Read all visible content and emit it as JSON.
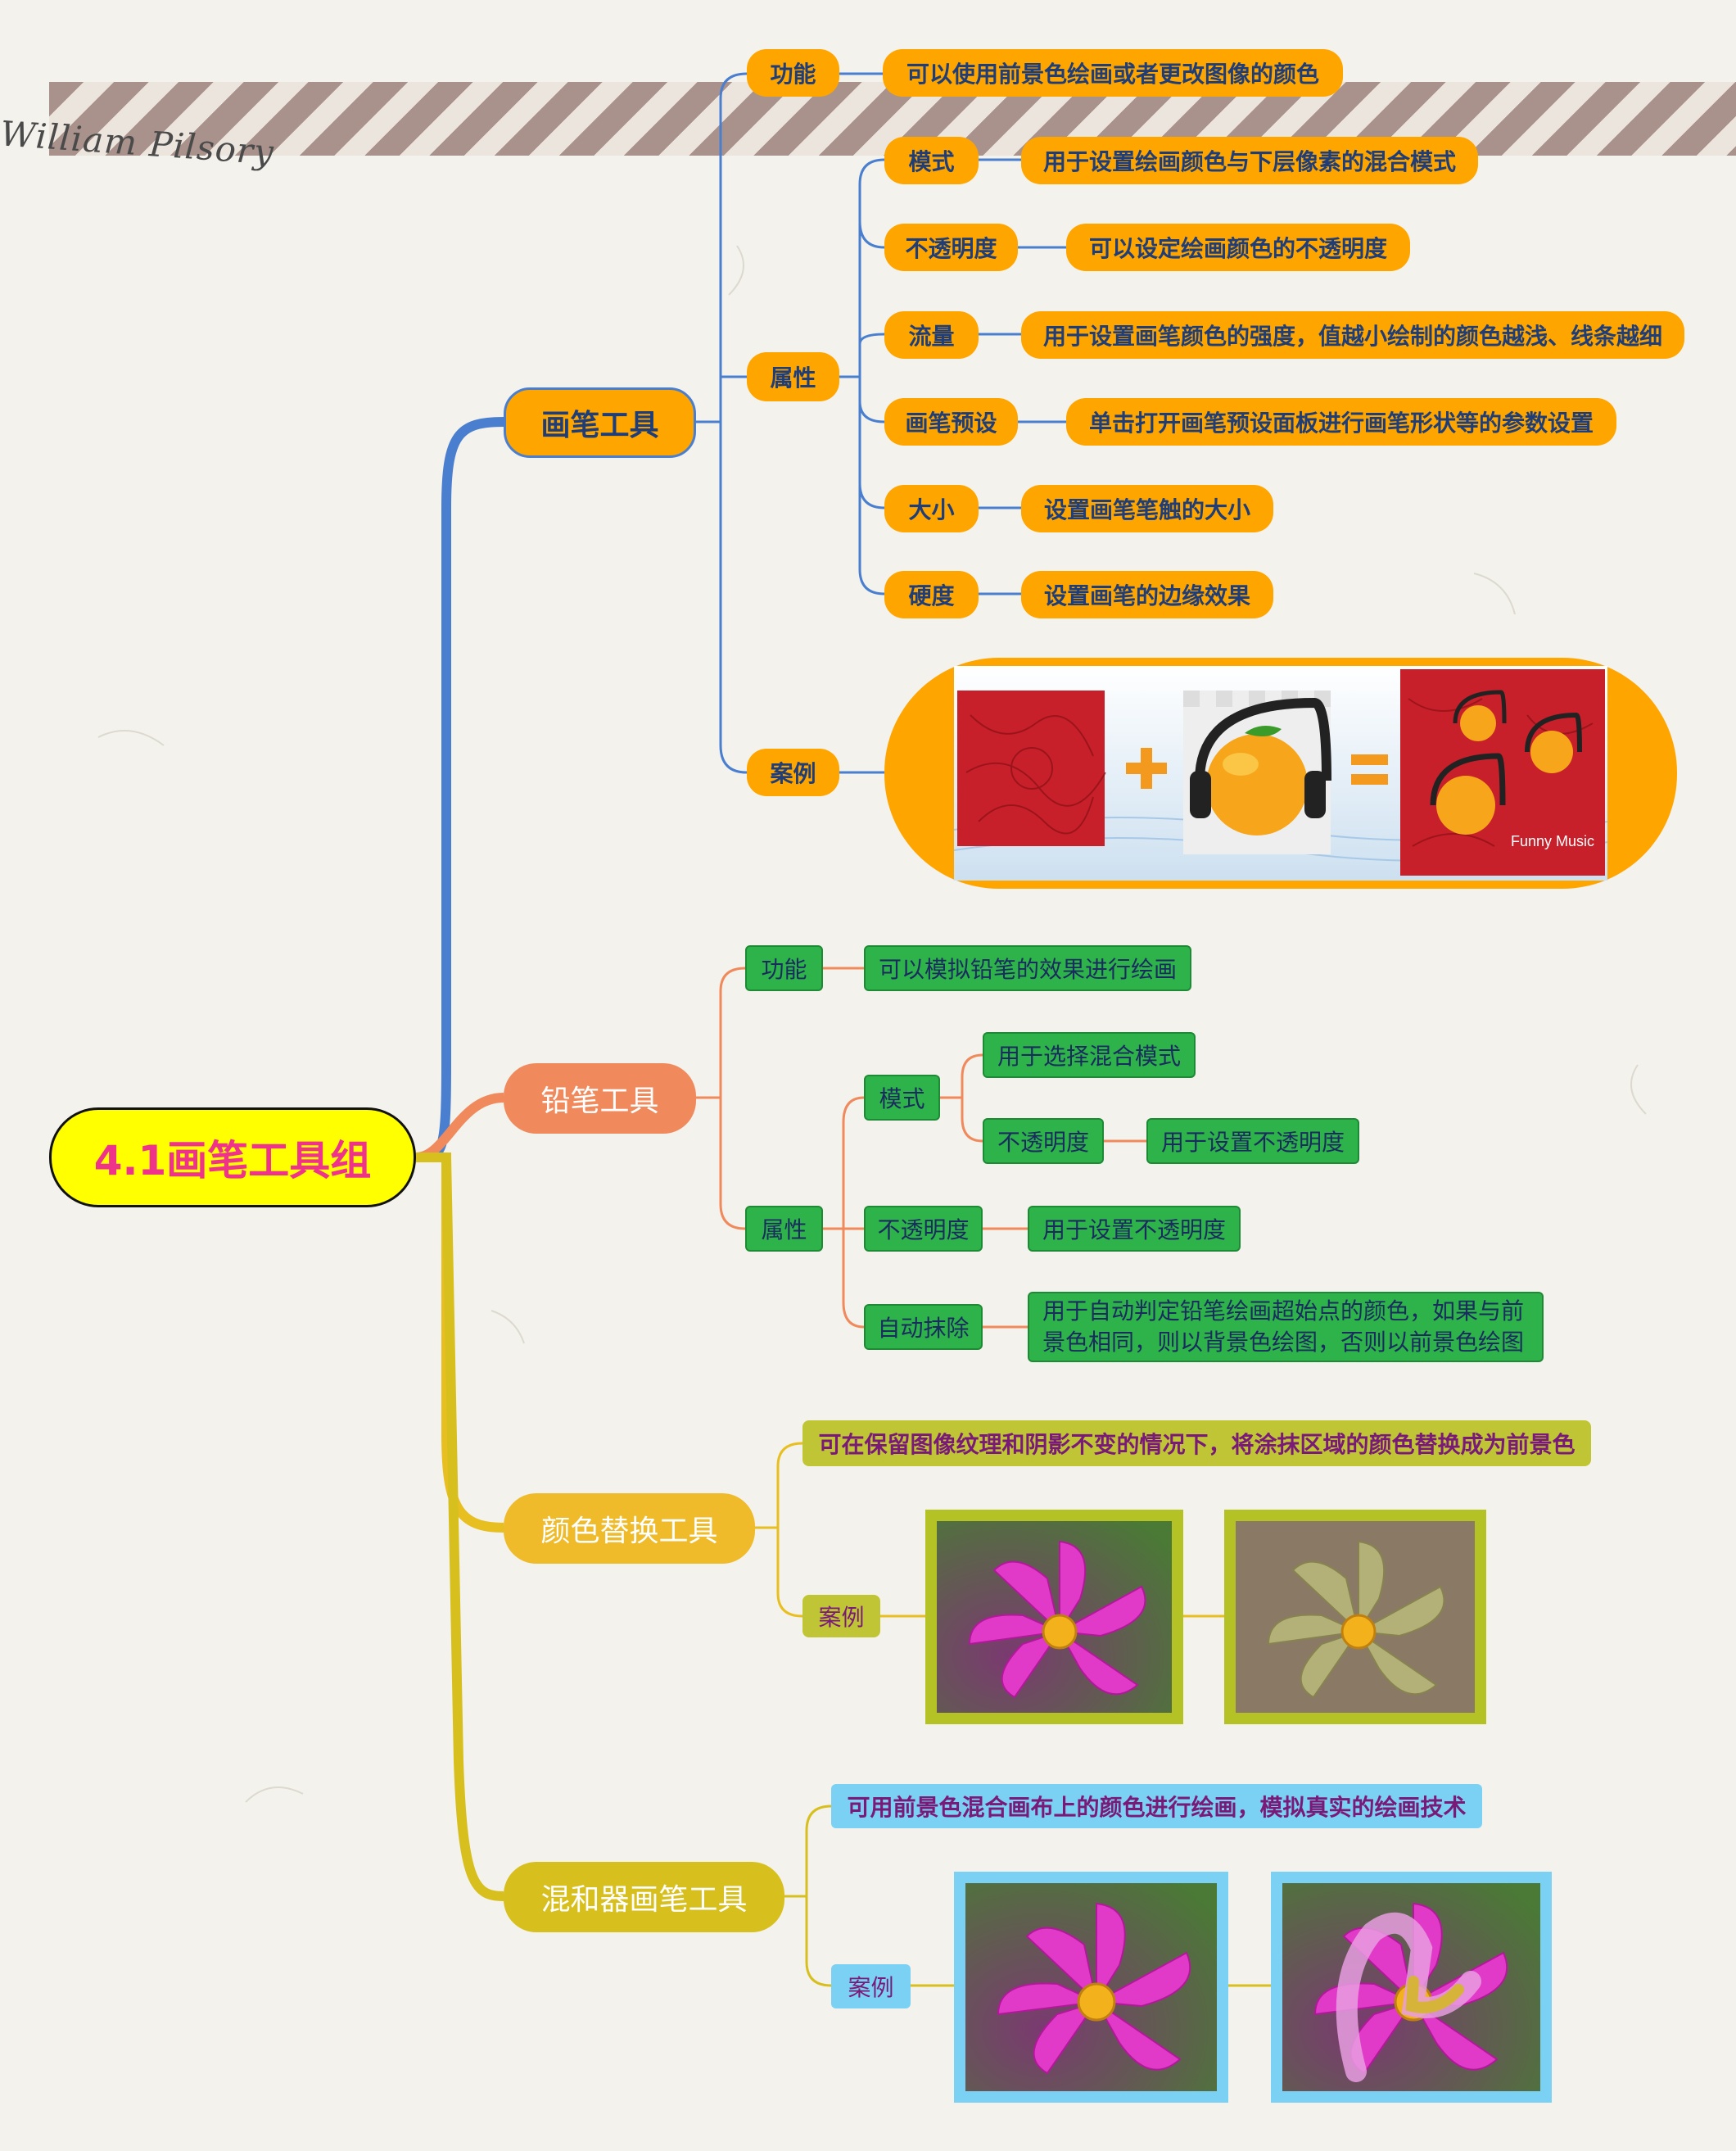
{
  "signature": "William Pilsory",
  "central": "4.1画笔工具组",
  "brush": {
    "title": "画笔工具",
    "func_label": "功能",
    "func_desc": "可以使用前景色绘画或者更改图像的颜色",
    "props_label": "属性",
    "props": [
      {
        "name": "模式",
        "desc": "用于设置绘画颜色与下层像素的混合模式"
      },
      {
        "name": "不透明度",
        "desc": "可以设定绘画颜色的不透明度"
      },
      {
        "name": "流量",
        "desc": "用于设置画笔颜色的强度，值越小绘制的颜色越浅、线条越细"
      },
      {
        "name": "画笔预设",
        "desc": "单击打开画笔预设面板进行画笔形状等的参数设置"
      },
      {
        "name": "大小",
        "desc": "设置画笔笔触的大小"
      },
      {
        "name": "硬度",
        "desc": "设置画笔的边缘效果"
      }
    ],
    "case_label": "案例",
    "case_plus": "+",
    "case_equals": "=",
    "case_caption": "Funny Music"
  },
  "pencil": {
    "title": "铅笔工具",
    "func_label": "功能",
    "func_desc": "可以模拟铅笔的效果进行绘画",
    "props_label": "属性",
    "mode_label": "模式",
    "mode_sub1": "用于选择混合模式",
    "mode_sub2_label": "不透明度",
    "mode_sub2_desc": "用于设置不透明度",
    "opacity_label": "不透明度",
    "opacity_desc": "用于设置不透明度",
    "auto_label": "自动抹除",
    "auto_desc_line1": "用于自动判定铅笔绘画超始点的颜色，如果与前",
    "auto_desc_line2": "景色相同，则以背景色绘图，否则以前景色绘图"
  },
  "replace": {
    "title": "颜色替换工具",
    "desc": "可在保留图像纹理和阴影不变的情况下，将涂抹区域的颜色替换成为前景色",
    "case_label": "案例"
  },
  "mixer": {
    "title": "混和器画笔工具",
    "desc": "可用前景色混合画布上的颜色进行绘画，模拟真实的绘画技术",
    "case_label": "案例"
  },
  "colors": {
    "brush_branch": "#4a7fd0",
    "pencil_branch": "#f08a5d",
    "replace_branch": "#e8bf20",
    "mixer_branch": "#d7bf1e"
  }
}
